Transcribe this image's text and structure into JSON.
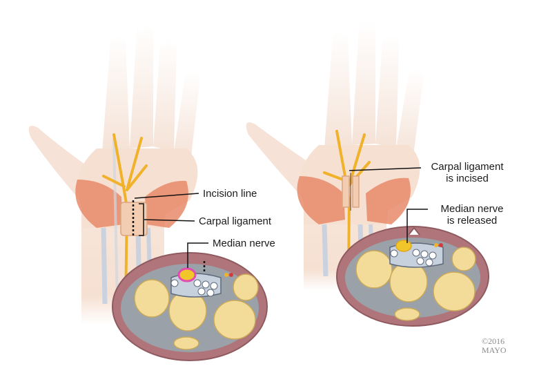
{
  "labels": {
    "incision_line": "Incision line",
    "carpal_ligament": "Carpal ligament",
    "median_nerve": "Median nerve",
    "carpal_ligament_incised_line1": "Carpal ligament",
    "carpal_ligament_incised_line2": "is incised",
    "median_nerve_released_line1": "Median nerve",
    "median_nerve_released_line2": "is released"
  },
  "copyright": {
    "year": "©2016",
    "owner": "MAYO"
  },
  "colors": {
    "skin": "#f6e3d6",
    "muscle": "#e88a6a",
    "nerve": "#f0b22a",
    "ligament": "#f2d3b8",
    "bone": "#f3dc9a",
    "tissue": "#b0757a",
    "tendon": "#e9edf3"
  }
}
